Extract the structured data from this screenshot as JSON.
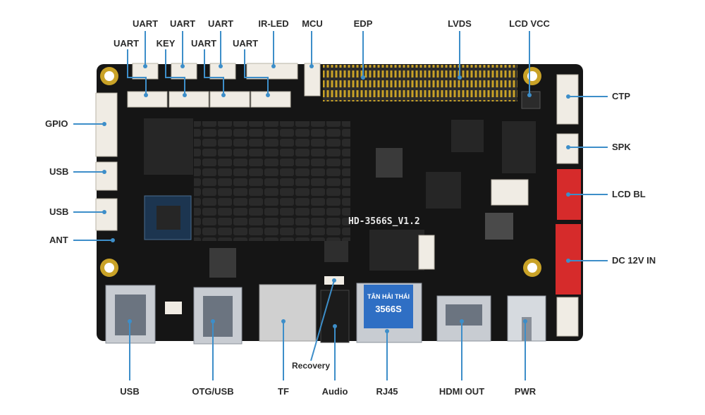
{
  "board": {
    "silk_model": "HD-3566S_V1.2",
    "module_brand": "TÂN HẢI THÁI",
    "module_model": "3566S"
  },
  "callouts": {
    "top": {
      "uart_1": "UART",
      "uart_2": "UART",
      "uart_3": "UART",
      "uart_4": "UART",
      "key": "KEY",
      "uart_5": "UART",
      "uart_6": "UART",
      "ir_led": "IR-LED",
      "mcu": "MCU",
      "edp": "EDP",
      "lvds": "LVDS",
      "lcd_vcc": "LCD VCC"
    },
    "left": {
      "gpio": "GPIO",
      "usb_1": "USB",
      "usb_2": "USB",
      "ant": "ANT"
    },
    "right": {
      "ctp": "CTP",
      "spk": "SPK",
      "lcd_bl": "LCD BL",
      "dc_in": "DC 12V IN"
    },
    "bottom": {
      "usb": "USB",
      "otg_usb": "OTG/USB",
      "tf": "TF",
      "recovery": "Recovery",
      "audio": "Audio",
      "rj45": "RJ45",
      "hdmi_out": "HDMI OUT",
      "pwr": "PWR"
    }
  },
  "colors": {
    "pcb": "#151515",
    "callout_line": "#3d8ec9",
    "connector_white": "#f0ece4",
    "connector_red": "#d62b2b",
    "heatsink": "#1c1c1c",
    "gold_pin": "#c9a227",
    "lan_module_blue": "#2f6fc4"
  }
}
